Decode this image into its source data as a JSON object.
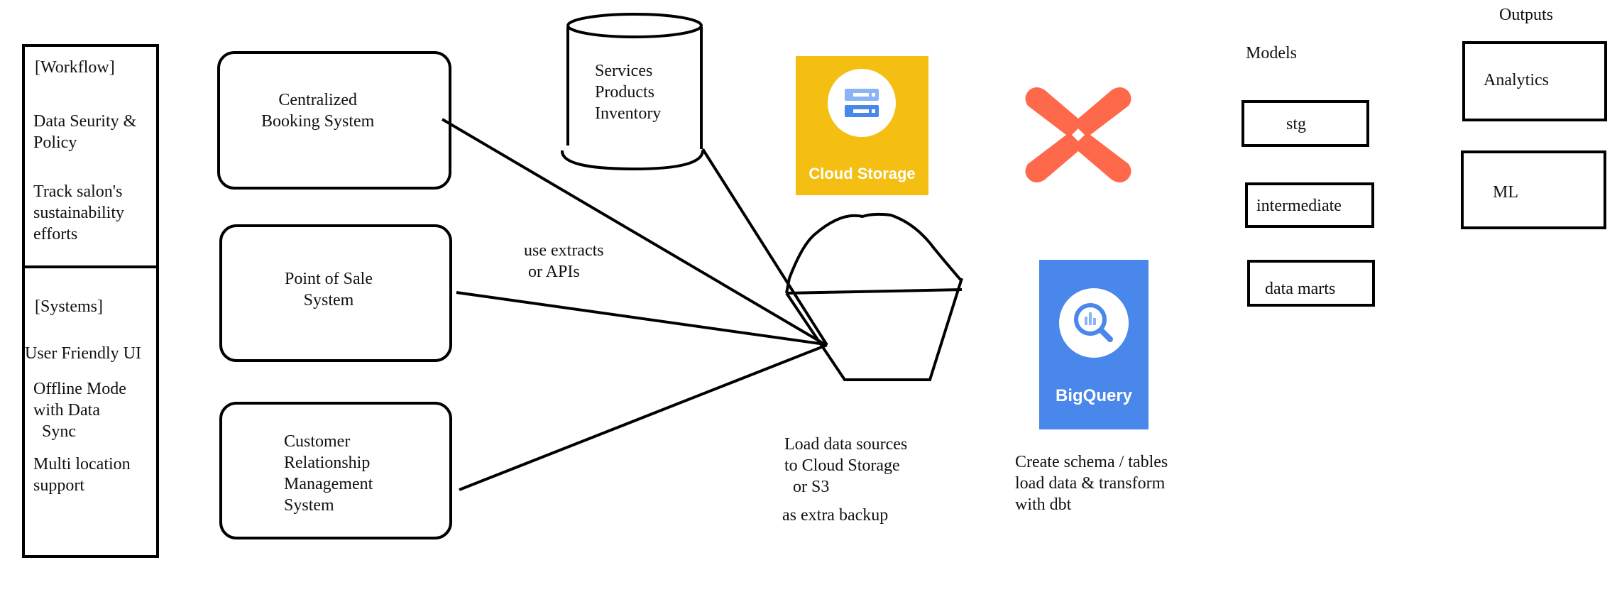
{
  "sidebar": {
    "workflow_header": "[Workflow]",
    "workflow_items": [
      "Data Seurity &\nPolicy",
      "Track salon's\nsustainability\nefforts"
    ],
    "systems_header": "[Systems]",
    "systems_items": [
      "User Friendly UI",
      "Offline Mode\nwith Data\n  Sync",
      "Multi location\nsupport"
    ]
  },
  "sources": {
    "booking": "Centralized\nBooking System",
    "pos": "Point of Sale\nSystem",
    "crm": "Customer\nRelationship\nManagement\nSystem",
    "database": "Services\nProducts\nInventory"
  },
  "edges": {
    "extract_label": "use extracts\n or APIs"
  },
  "storage": {
    "cloud_storage_label": "Cloud Storage",
    "load_caption": "Load data sources\nto Cloud Storage\n  or S3",
    "backup_caption": "as extra backup"
  },
  "warehouse": {
    "bigquery_label": "BigQuery",
    "caption": "Create schema / tables\nload data & transform\nwith dbt"
  },
  "models": {
    "header": "Models",
    "items": [
      "stg",
      "intermediate",
      "data marts"
    ]
  },
  "outputs": {
    "header": "Outputs",
    "items": [
      "Analytics",
      "ML"
    ]
  },
  "colors": {
    "cloud_storage_bg": "#F4BF12",
    "bigquery_bg": "#4A87EA",
    "dbt_orange": "#FF694B",
    "line": "#000000"
  }
}
